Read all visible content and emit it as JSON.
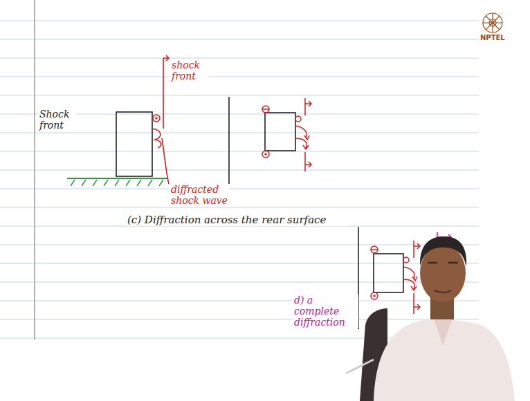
{
  "diagram": {
    "labels": [
      "NPTEL",
      "Shock front",
      "shock front",
      "diffracted shock wave",
      "(c) Diffraction across the rear surface",
      "d) a complete diffraction"
    ]
  }
}
